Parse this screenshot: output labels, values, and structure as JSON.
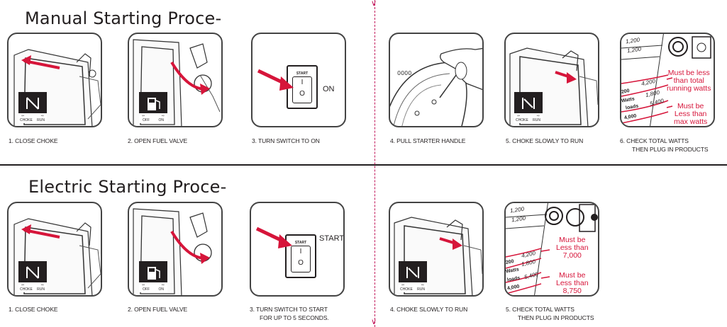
{
  "manual": {
    "title": "Manual Starting Proce-",
    "steps": [
      {
        "caption": "1. CLOSE CHOKE"
      },
      {
        "caption": "2. OPEN FUEL VALVE"
      },
      {
        "caption": "3. TURN SWITCH TO ON",
        "switch_top": "START",
        "switch_label": "ON"
      },
      {
        "caption": "4. PULL STARTER HANDLE"
      },
      {
        "caption": "5. CHOKE SLOWLY TO RUN"
      },
      {
        "caption_1": "6. CHECK TOTAL WATTS",
        "caption_2": "THEN PLUG IN PRODUCTS",
        "note_1": [
          "Must be less",
          "than total",
          "running watts"
        ],
        "note_2": [
          "Must be",
          "Less than",
          "max watts"
        ]
      }
    ]
  },
  "electric": {
    "title": "Electric Starting Proce-",
    "steps": [
      {
        "caption": "1. CLOSE CHOKE"
      },
      {
        "caption": "2. OPEN FUEL VALVE"
      },
      {
        "caption_1": "3. TURN SWITCH TO START",
        "caption_2": "FOR UP TO 5 SECONDS.",
        "switch_top": "START",
        "switch_label": "START"
      },
      {
        "caption": "4. CHOKE SLOWLY TO RUN"
      },
      {
        "caption_1": "5. CHECK TOTAL WATTS",
        "caption_2": "THEN PLUG IN PRODUCTS",
        "note_1": [
          "Must be",
          "Less than",
          "7,000"
        ],
        "note_2": [
          "Must be",
          "Less than",
          "8,750"
        ]
      }
    ]
  },
  "icon_labels": {
    "choke": "CHOKE",
    "run": "RUN",
    "off": "OFF",
    "on": "ON"
  },
  "panel_values": {
    "v1": "1,200",
    "v2": "4,200",
    "v3": "1,800",
    "v4": "5,400",
    "v5": "4,000",
    "v6": "200",
    "w": "Watts",
    "l": "loads"
  },
  "colors": {
    "accent": "#d6153a",
    "line": "#231f20",
    "divider": "#c2185b"
  }
}
